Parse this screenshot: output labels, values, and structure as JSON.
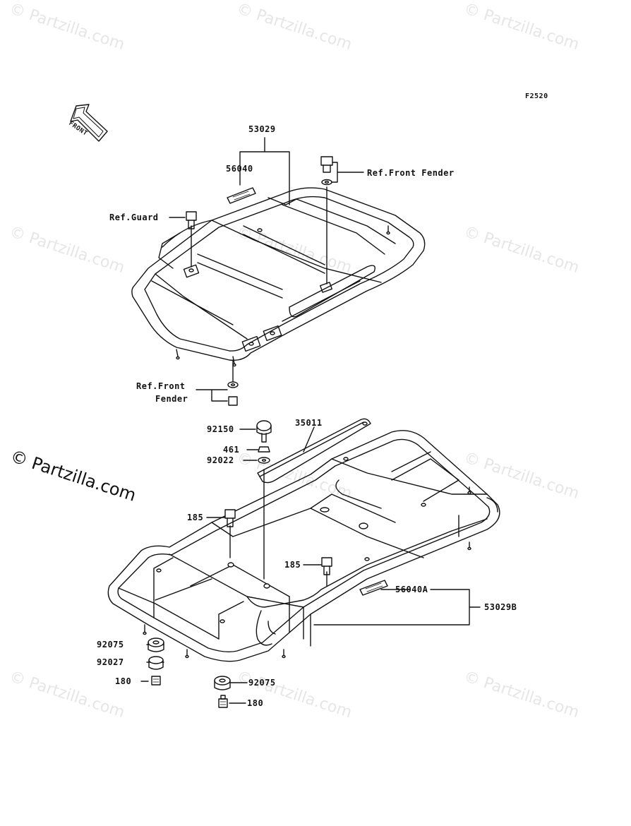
{
  "figure_code": "F2520",
  "front_arrow_text": "FRONT",
  "watermark": "© Partzilla.com",
  "watermark_main": "© Partzilla.com",
  "callouts": {
    "p53029": "53029",
    "p56040": "56040",
    "ref_front_fender_top": "Ref.Front Fender",
    "ref_guard": "Ref.Guard",
    "ref_front_line1": "Ref.Front",
    "ref_front_line2": "Fender",
    "p92150": "92150",
    "p35011": "35011",
    "p461": "461",
    "p92022": "92022",
    "p185a": "185",
    "p185b": "185",
    "p56040A": "56040A",
    "p53029B": "53029B",
    "p92075a": "92075",
    "p92027": "92027",
    "p180a": "180",
    "p92075b": "92075",
    "p180b": "180"
  }
}
